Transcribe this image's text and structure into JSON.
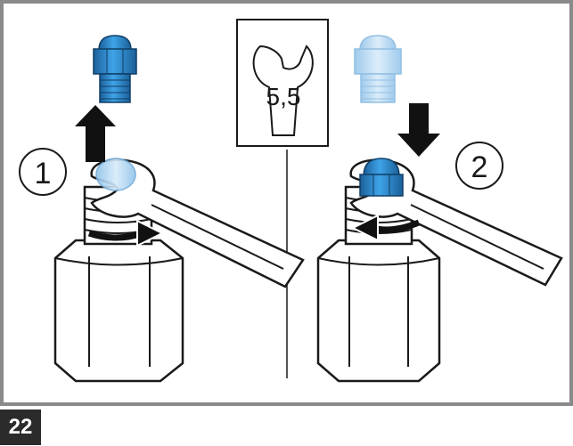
{
  "panel_left": {
    "step_number": "1"
  },
  "panel_right": {
    "step_number": "2"
  },
  "wrench_size": {
    "label": "5,5",
    "icon": "open-end-wrench-icon"
  },
  "figure_number": "22",
  "colors": {
    "border": "#8a8a8a",
    "nozzle_blue": "#2a8fd4",
    "nozzle_dark": "#1b5f99",
    "nozzle_ghost": "#a9d2f2",
    "arrow": "#111111",
    "metal": "#ffffff",
    "outline": "#1a1a1a"
  }
}
